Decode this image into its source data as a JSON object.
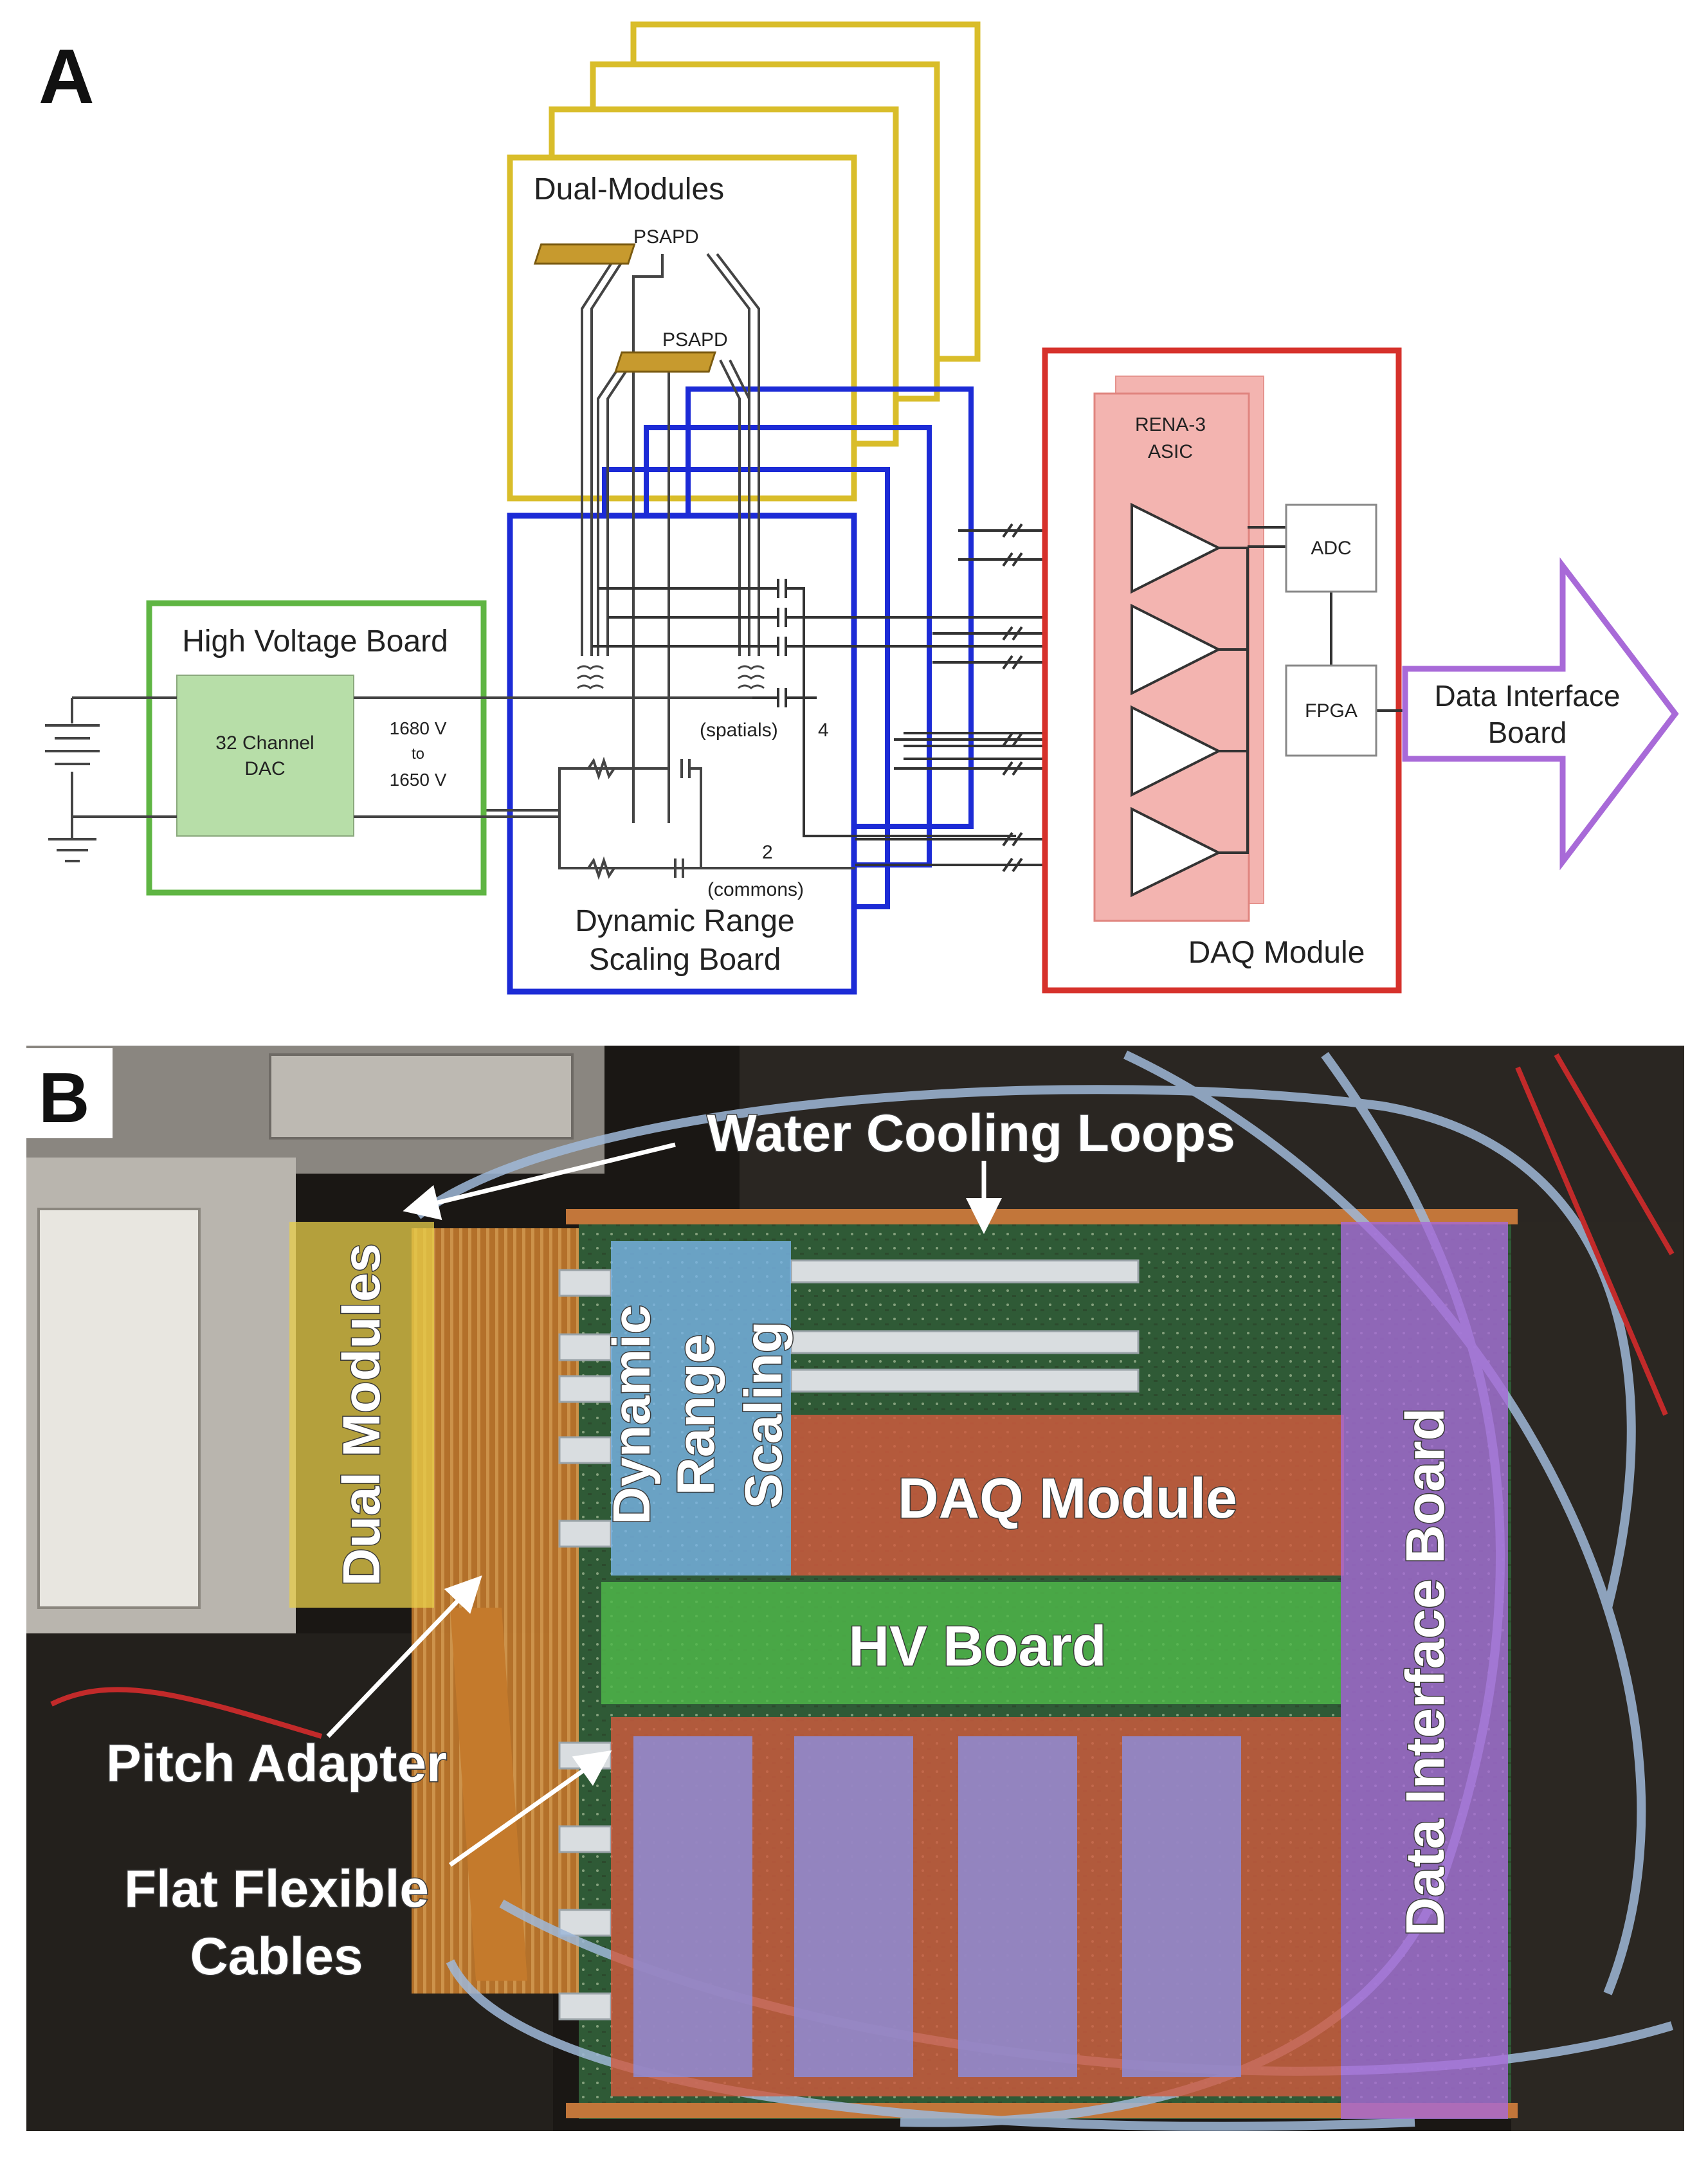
{
  "panel_a": {
    "letter": "A",
    "dual_modules": {
      "title": "Dual-Modules",
      "psapd_1": "PSAPD",
      "psapd_2": "PSAPD"
    },
    "hv_board": {
      "title": "High Voltage Board",
      "dac_line1": "32 Channel",
      "dac_line2": "DAC",
      "voltage_line1": "1680 V",
      "voltage_line2": "to",
      "voltage_line3": "1650 V"
    },
    "drs_board": {
      "title_line1": "Dynamic Range",
      "title_line2": "Scaling Board",
      "spatials_label": "(spatials)",
      "spatials_count": "4",
      "commons_count": "2",
      "commons_label": "(commons)"
    },
    "daq_module": {
      "title": "DAQ Module",
      "asic_line1": "RENA-3",
      "asic_line2": "ASIC",
      "adc": "ADC",
      "fpga": "FPGA"
    },
    "data_interface": {
      "line1": "Data Interface",
      "line2": "Board"
    },
    "colors": {
      "dual_modules": "#d9bd2a",
      "hv_board": "#5fb543",
      "drs_board": "#1c2bd6",
      "daq": "#d6312b",
      "asic_fill": "#f3b4b0",
      "dac_fill": "#b7dea8",
      "data_interface": "#a86ad8"
    }
  },
  "panel_b": {
    "letter": "B",
    "overlays": {
      "dual_modules": "Dual Modules",
      "dynamic_range_line1": "Dynamic",
      "dynamic_range_line2": "Range",
      "dynamic_range_line3": "Scaling",
      "daq_module": "DAQ Module",
      "hv_board": "HV Board",
      "data_interface_board": "Data Interface Board"
    },
    "callouts": {
      "water_cooling": "Water Cooling Loops",
      "pitch_adapter": "Pitch Adapter",
      "ffc_line1": "Flat Flexible",
      "ffc_line2": "Cables"
    }
  }
}
